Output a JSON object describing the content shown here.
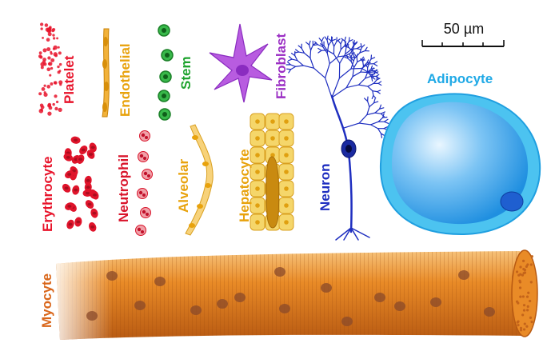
{
  "scale_bar": {
    "label": "50 µm"
  },
  "cells": {
    "platelet": {
      "label": "Platelet",
      "color": "#e8142b"
    },
    "endothelial": {
      "label": "Endothelial",
      "color": "#e8a20c"
    },
    "stem": {
      "label": "Stem",
      "color": "#1ea32e"
    },
    "fibroblast": {
      "label": "Fibroblast",
      "color": "#9b2fc4"
    },
    "neuron": {
      "label": "Neuron",
      "color": "#1f2fc0"
    },
    "adipocyte": {
      "label": "Adipocyte",
      "color": "#1fa9e6"
    },
    "erythrocyte": {
      "label": "Erythrocyte",
      "color": "#e8142b"
    },
    "neutrophil": {
      "label": "Neutrophil",
      "color": "#d9142b"
    },
    "alveolar": {
      "label": "Alveolar",
      "color": "#e8a20c"
    },
    "hepatocyte": {
      "label": "Hepatocyte",
      "color": "#e8a20c"
    },
    "myocyte": {
      "label": "Myocyte",
      "color": "#d9661a"
    }
  }
}
